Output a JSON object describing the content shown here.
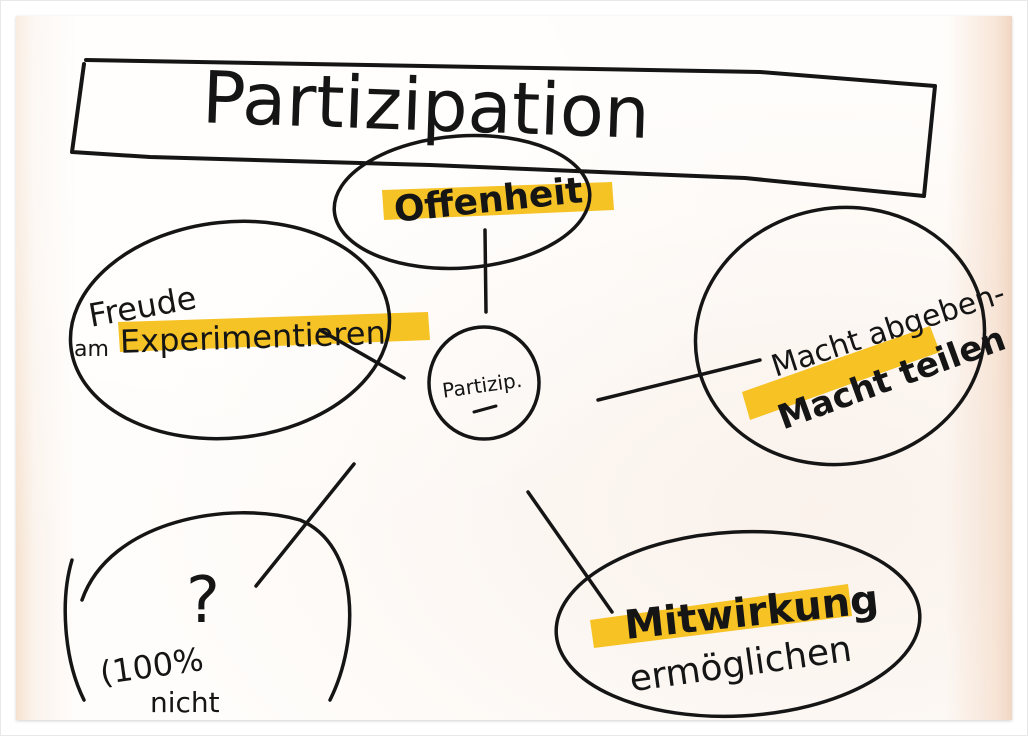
{
  "title": "Partizipation",
  "center": "Partizip.",
  "nodes": {
    "top": {
      "label": "Offenheit"
    },
    "left": {
      "line1": "Freude",
      "line2_prefix": "am",
      "line2": "Experimentieren"
    },
    "right": {
      "line1": "Macht abgeben-",
      "line2": "Macht teilen"
    },
    "bottom_left": {
      "question": "?",
      "line1": "(100%",
      "line2": "nicht"
    },
    "bottom_right": {
      "line1": "Mitwirkung",
      "line2": "ermöglichen"
    }
  },
  "colors": {
    "ink": "#151515",
    "highlight": "#f5b800",
    "paper": "#fffdfb"
  }
}
